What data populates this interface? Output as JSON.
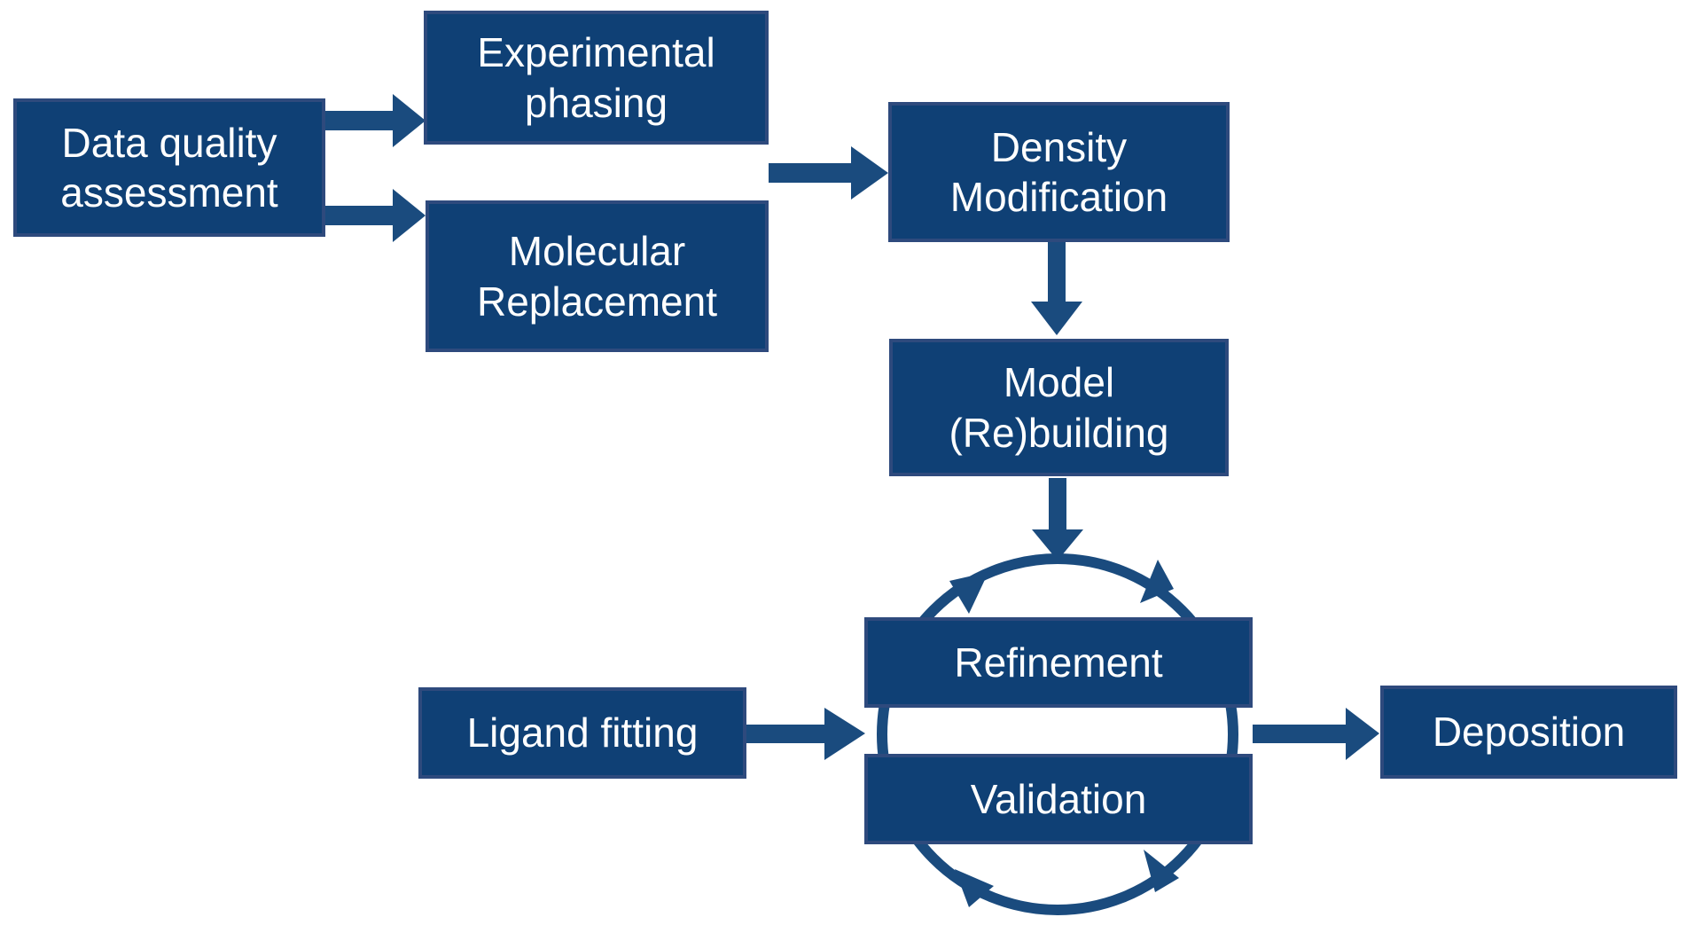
{
  "diagram": {
    "colors": {
      "box_fill": "#0f4075",
      "box_border": "#2e4a7d",
      "arrow": "#1a4b7e",
      "text": "#ffffff",
      "background": "#ffffff"
    },
    "nodes": {
      "data_quality": {
        "label": "Data quality assessment"
      },
      "experimental_phasing": {
        "label": "Experimental phasing"
      },
      "molecular_replacement": {
        "label": "Molecular Replacement"
      },
      "density_modification": {
        "label": "Density Modification"
      },
      "model_rebuilding": {
        "label": "Model (Re)building"
      },
      "refinement": {
        "label": "Refinement"
      },
      "validation": {
        "label": "Validation"
      },
      "ligand_fitting": {
        "label": "Ligand fitting"
      },
      "deposition": {
        "label": "Deposition"
      }
    },
    "edges": [
      {
        "from": "Data quality assessment",
        "to": "Experimental phasing"
      },
      {
        "from": "Data quality assessment",
        "to": "Molecular Replacement"
      },
      {
        "from": "Experimental phasing / Molecular Replacement",
        "to": "Density Modification"
      },
      {
        "from": "Density Modification",
        "to": "Model (Re)building"
      },
      {
        "from": "Model (Re)building",
        "to": "Refinement-Validation cycle"
      },
      {
        "from": "Ligand fitting",
        "to": "Refinement-Validation cycle"
      },
      {
        "from": "Refinement-Validation cycle",
        "to": "Deposition"
      },
      {
        "from": "Refinement",
        "to": "Validation",
        "type": "cycle"
      }
    ]
  }
}
